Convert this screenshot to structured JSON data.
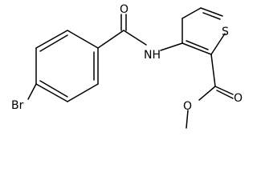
{
  "molecule": {
    "atoms": {
      "O_amide": "O",
      "NH": "NH",
      "S": "S",
      "Br": "Br",
      "O_ester_carbonyl": "O",
      "O_ester": "O"
    }
  }
}
